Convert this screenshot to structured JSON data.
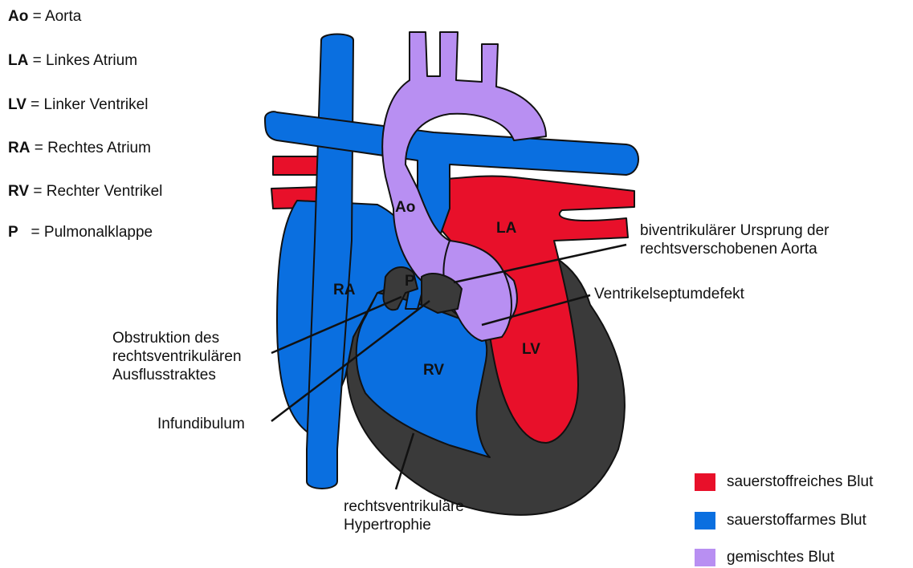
{
  "abbreviations": [
    {
      "key": "Ao",
      "sep": " = ",
      "text": "Aorta"
    },
    {
      "key": "LA",
      "sep": " = ",
      "text": "Linkes Atrium"
    },
    {
      "key": "LV",
      "sep": " = ",
      "text": "Linker Ventrikel"
    },
    {
      "key": "RA",
      "sep": " = ",
      "text": "Rechtes Atrium"
    },
    {
      "key": "RV",
      "sep": " = ",
      "text": "Rechter Ventrikel"
    },
    {
      "key": "P",
      "sep": "   = ",
      "text": "Pulmonalklappe"
    }
  ],
  "heart_labels": {
    "ao": "Ao",
    "la": "LA",
    "ra": "RA",
    "p": "P",
    "rv": "RV",
    "lv": "LV"
  },
  "callouts": {
    "aorta_origin": [
      "biventrikulärer Ursprung der",
      "rechtsverschobenen Aorta"
    ],
    "vsd": [
      "Ventrikelseptumdefekt"
    ],
    "obstruction": [
      "Obstruktion des",
      "rechtsventrikulären",
      "Ausflusstraktes"
    ],
    "infundibulum": [
      "Infundibulum"
    ],
    "hypertrophy": [
      "rechtsventrikuläre",
      "Hypertrophie"
    ]
  },
  "legend": [
    {
      "label": "sauerstoffreiches Blut",
      "color": "#e8102a"
    },
    {
      "label": "sauerstoffarmes Blut",
      "color": "#0a6fe0"
    },
    {
      "label": "gemischtes Blut",
      "color": "#b88ff2"
    }
  ],
  "colors": {
    "oxygenated": "#e8102a",
    "deoxygenated": "#0a6fe0",
    "mixed": "#b88ff2",
    "muscle": "#3a3a3a"
  }
}
